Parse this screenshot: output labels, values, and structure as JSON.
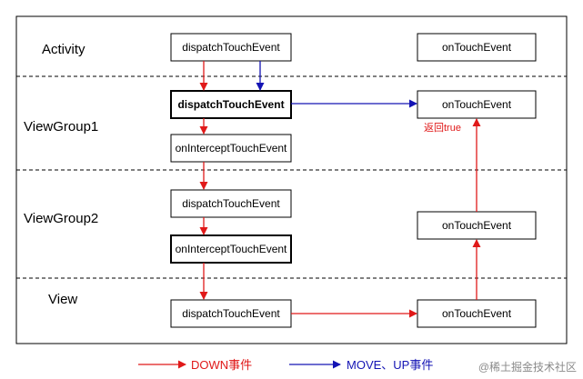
{
  "layers": {
    "activity": "Activity",
    "viewgroup1": "ViewGroup1",
    "viewgroup2": "ViewGroup2",
    "view": "View"
  },
  "boxes": {
    "activity_dispatch": "dispatchTouchEvent",
    "activity_ontouch": "onTouchEvent",
    "vg1_dispatch": "dispatchTouchEvent",
    "vg1_intercept": "onInterceptTouchEvent",
    "vg1_ontouch": "onTouchEvent",
    "vg2_dispatch": "dispatchTouchEvent",
    "vg2_intercept": "onInterceptTouchEvent",
    "vg2_ontouch": "onTouchEvent",
    "view_dispatch": "dispatchTouchEvent",
    "view_ontouch": "onTouchEvent"
  },
  "notes": {
    "return_true": "返回true"
  },
  "legend": {
    "down": "DOWN事件",
    "move_up": "MOVE、UP事件"
  },
  "watermark": "@稀土掘金技术社区",
  "colors": {
    "down": "#e01919",
    "move_up": "#1414b4"
  }
}
